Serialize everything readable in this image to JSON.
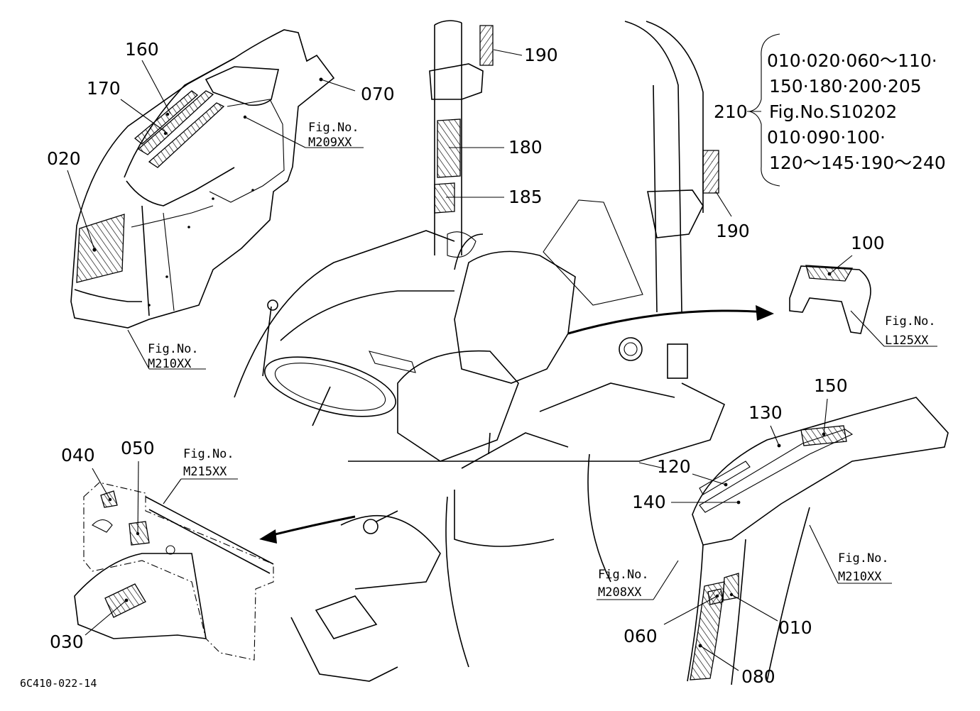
{
  "callouts": {
    "c160": "160",
    "c170": "170",
    "c020": "020",
    "c070": "070",
    "c190a": "190",
    "c180": "180",
    "c185": "185",
    "c190b": "190",
    "c210": "210",
    "c100": "100",
    "c150": "150",
    "c130": "130",
    "c120": "120",
    "c140": "140",
    "c040": "040",
    "c050": "050",
    "c030": "030",
    "c060": "060",
    "c010": "010",
    "c080": "080"
  },
  "fig_refs": {
    "m209": {
      "prefix": "Fig.No.",
      "code": "M209XX"
    },
    "m210a": {
      "prefix": "Fig.No.",
      "code": "M210XX"
    },
    "l125": {
      "prefix": "Fig.No.",
      "code": "L125XX"
    },
    "m215": {
      "prefix": "Fig.No.",
      "code": "M215XX"
    },
    "m208": {
      "prefix": "Fig.No.",
      "code": "M208XX"
    },
    "m210b": {
      "prefix": "Fig.No.",
      "code": "M210XX"
    }
  },
  "group_210": {
    "line1": "010·020·060～110·",
    "line2": "150·180·200·205",
    "line3": "Fig.No.S10202",
    "line4": "010·090·100·",
    "line5": "120～145·190～240"
  },
  "drawing_id": "6C410-022-14"
}
